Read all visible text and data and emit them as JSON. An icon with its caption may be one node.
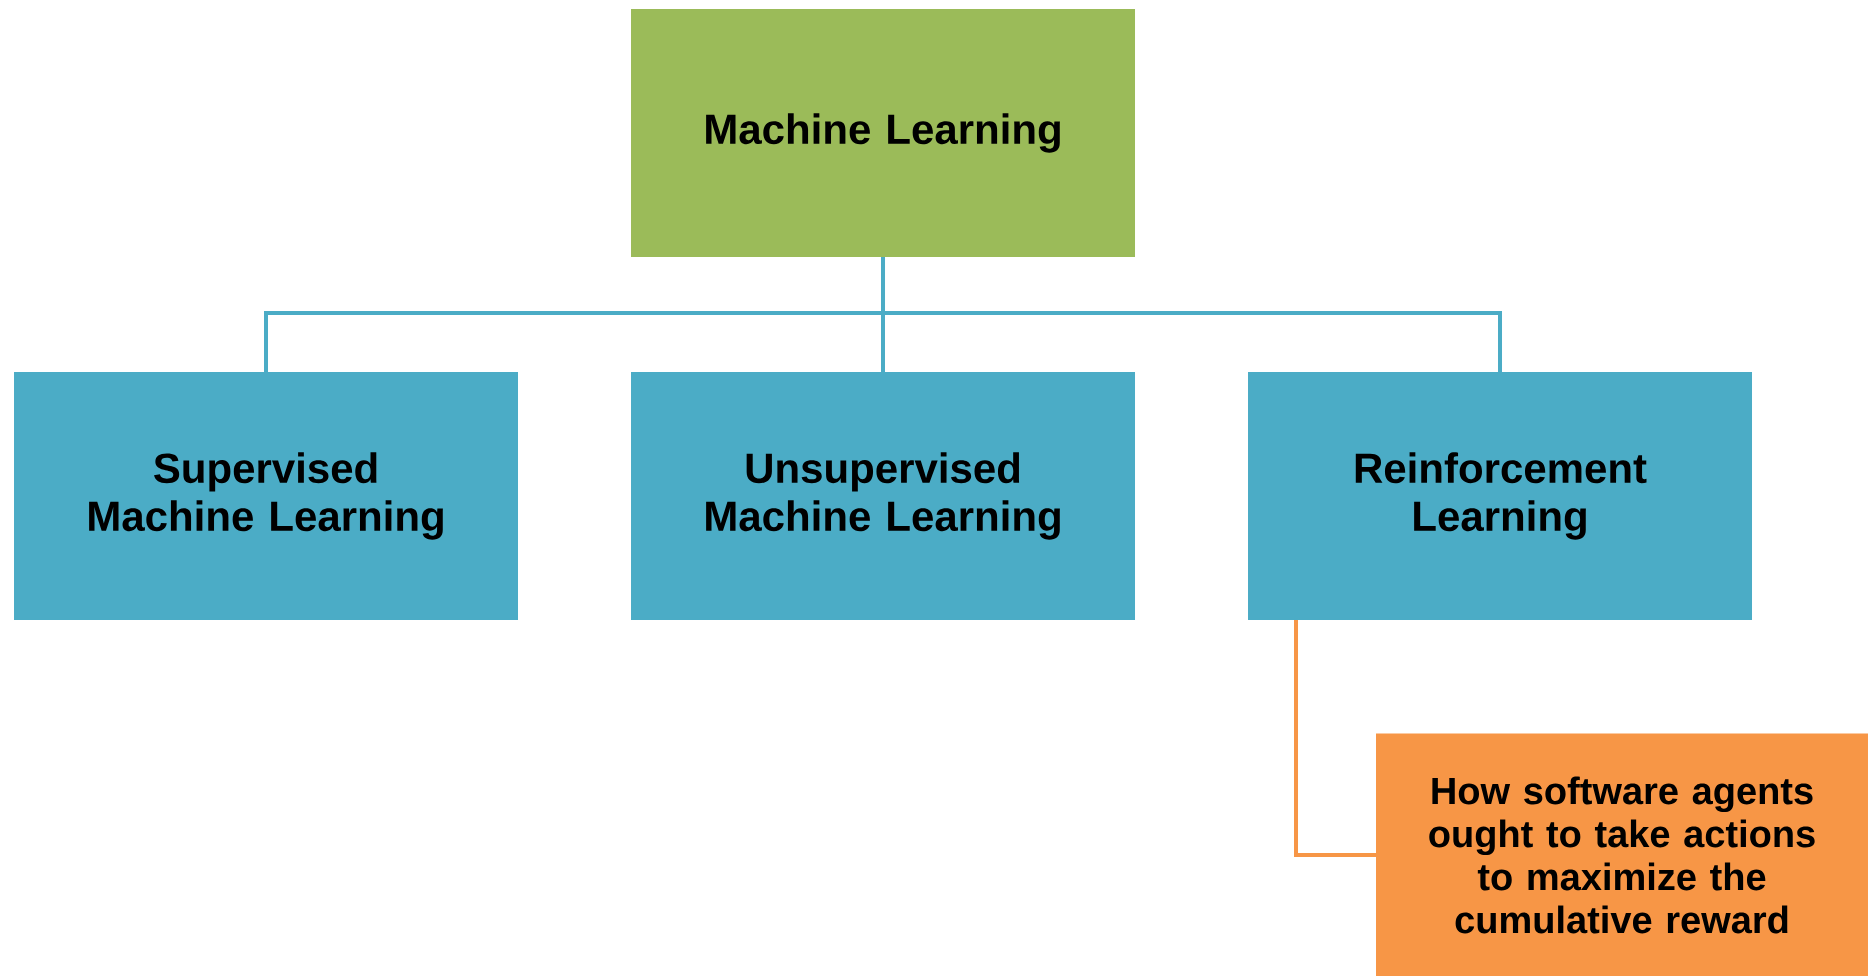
{
  "diagram": {
    "nodes": [
      {
        "text": [
          "Machine Learning"
        ]
      },
      {
        "text": [
          "Supervised Machine Learning"
        ]
      },
      {
        "text": [
          "Unsupervised Machine Learning"
        ]
      },
      {
        "text": [
          "Reinforcement Learning"
        ]
      },
      {
        "text": [
          "How software agents ought to take actions to maximize the cumulative reward"
        ]
      }
    ],
    "edges": [
      {
        "from": 0,
        "to": 1,
        "arrow": "none"
      },
      {
        "from": 0,
        "to": 2,
        "arrow": "none"
      },
      {
        "from": 0,
        "to": 3,
        "arrow": "none"
      },
      {
        "from": 3,
        "to": 4,
        "arrow": "none",
        "color": "#f79646"
      }
    ]
  }
}
